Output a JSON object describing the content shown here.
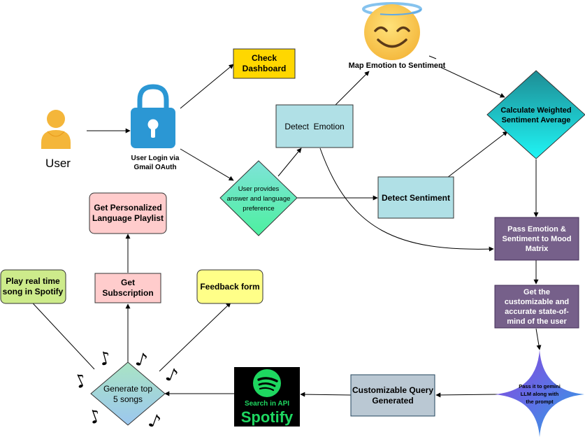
{
  "user": {
    "label": "User"
  },
  "login": {
    "line1": "User Login via",
    "line2": "Gmail OAuth"
  },
  "dashboard": {
    "line1": "Check",
    "line2": "Dashboard"
  },
  "user_input": {
    "line1": "User provides",
    "line2": "answer and language",
    "line3": "preference"
  },
  "detect_emotion": {
    "label": "Detect  Emotion"
  },
  "map_emotion": {
    "label": "Map Emotion to Sentiment"
  },
  "detect_sentiment": {
    "label": "Detect Sentiment"
  },
  "weighted_avg": {
    "line1": "Calculate Weighted",
    "line2": "Sentiment Average"
  },
  "mood_matrix": {
    "line1": "Pass Emotion &",
    "line2": "Sentiment to Mood",
    "line3": "Matrix"
  },
  "state_of_mind": {
    "line1": "Get the",
    "line2": "customizable and",
    "line3": "accurate state-of-",
    "line4": "mind of the user"
  },
  "gemini": {
    "line1": "Pass it to gemini",
    "line2": "LLM along with",
    "line3": "the prompt"
  },
  "query": {
    "line1": "Customizable Query",
    "line2": "Generated"
  },
  "spotify": {
    "caption": "Search in API",
    "brand": "Spotify"
  },
  "generate": {
    "line1": "Generate top",
    "line2": "5 songs"
  },
  "play": {
    "line1": "Play real time",
    "line2": "song in Spotify"
  },
  "subscription": {
    "line1": "Get",
    "line2": "Subscription"
  },
  "playlist": {
    "line1": "Get Personalized",
    "line2": "Language Playlist"
  },
  "feedback": {
    "label": "Feedback form"
  },
  "colors": {
    "dashboard": "#ffd700",
    "light_blue": "#b0e0e6",
    "purple": "#76608a",
    "pink": "#ffcccc",
    "green": "#cdeb8b",
    "yellow": "#ffff88",
    "query": "#bac8d3",
    "lock_blue": "#2b97d4",
    "spotify_green": "#1ed760"
  }
}
